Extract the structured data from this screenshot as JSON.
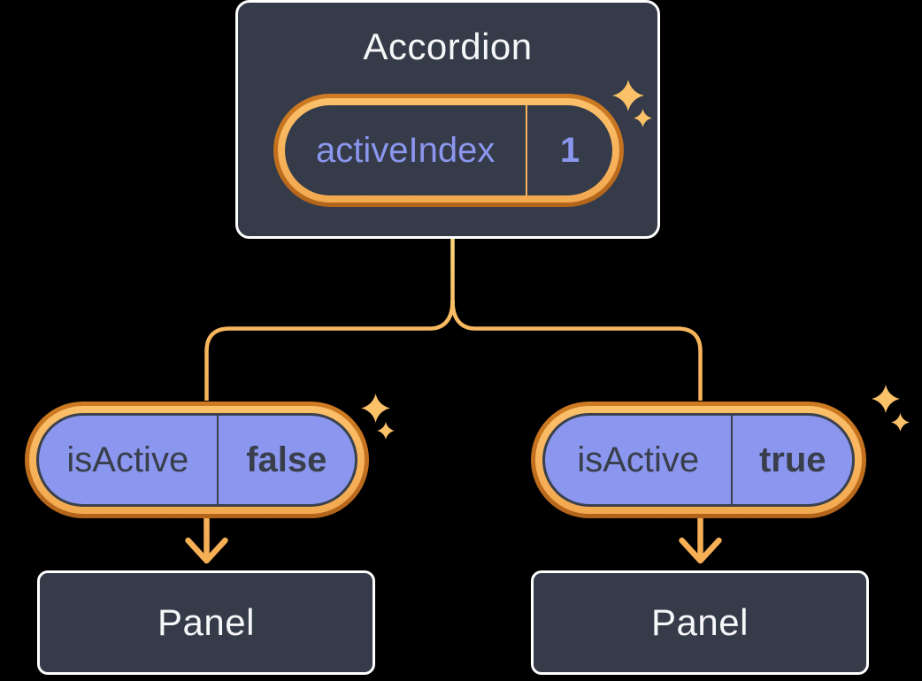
{
  "accordion": {
    "title": "Accordion",
    "state_name": "activeIndex",
    "state_value": "1"
  },
  "left": {
    "prop_name": "isActive",
    "prop_value": "false",
    "panel_label": "Panel"
  },
  "right": {
    "prop_name": "isActive",
    "prop_value": "true",
    "panel_label": "Panel"
  },
  "icons": {
    "sparkle": "4-point-star",
    "arrow": "arrow-down"
  },
  "colors": {
    "background": "#000000",
    "box_fill": "#353B48",
    "box_border": "#FFFFFF",
    "box_text": "#F6F7F9",
    "pill_purple": "#8B96EE",
    "pill_dark_text": "#383E4A",
    "ring_dark_orange": "#C2701F",
    "ring_light_orange": "#F7B159",
    "connector_top": "#FFD97D",
    "connector_bottom": "#F5AE54",
    "sparkle": "#FAC169"
  }
}
